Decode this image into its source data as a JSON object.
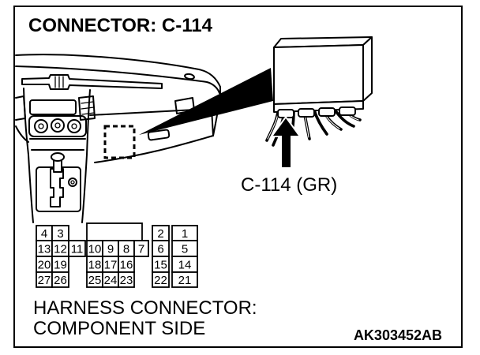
{
  "title": "CONNECTOR: C-114",
  "callout": {
    "label": "C-114 (GR)"
  },
  "connector": {
    "rows": [
      [
        "4",
        "3",
        "2",
        "1"
      ],
      [
        "13",
        "12",
        "11",
        "10",
        "9",
        "8",
        "7",
        "6",
        "5"
      ],
      [
        "20",
        "19",
        "18",
        "17",
        "16",
        "15",
        "14"
      ],
      [
        "27",
        "26",
        "25",
        "24",
        "23",
        "22",
        "21"
      ]
    ]
  },
  "caption": {
    "line1": "HARNESS CONNECTOR:",
    "line2": "COMPONENT SIDE"
  },
  "figure_id": "AK303452AB",
  "colors": {
    "ink": "#000000",
    "background": "#ffffff"
  }
}
